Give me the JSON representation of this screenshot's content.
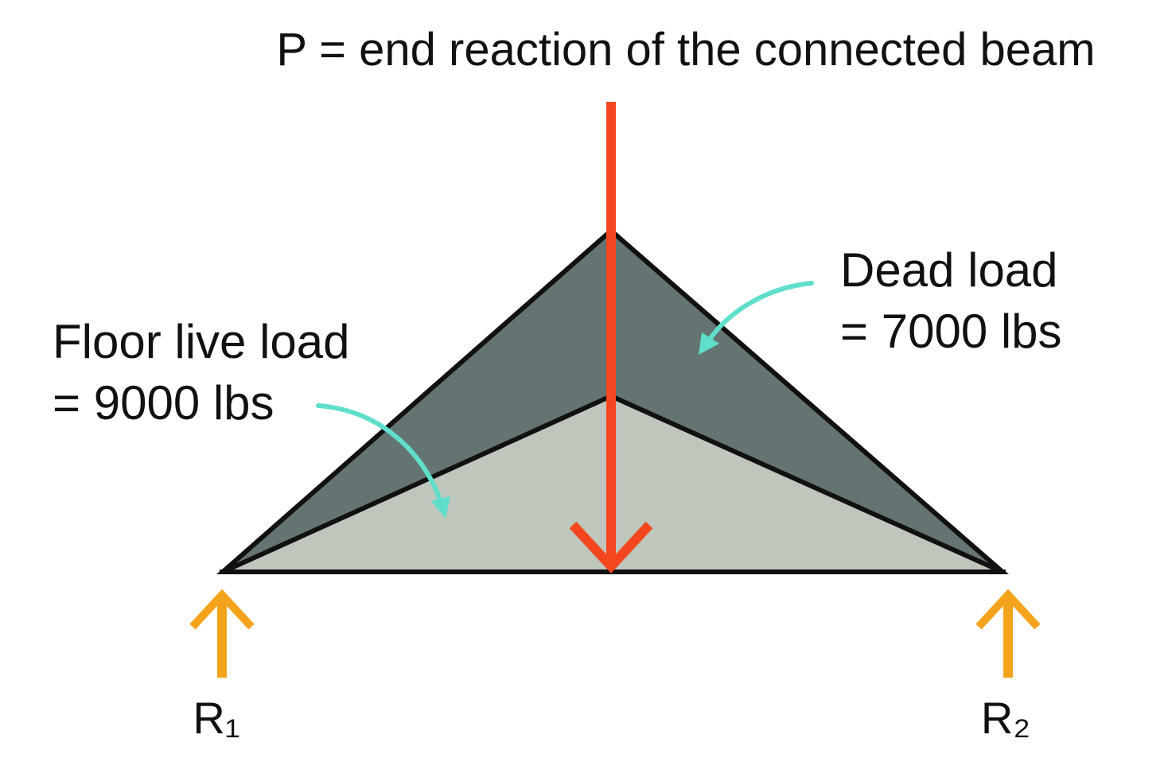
{
  "title": "P = end reaction of the connected beam",
  "dead_load": {
    "line1": "Dead load",
    "line2": "= 7000 lbs"
  },
  "live_load": {
    "line1": "Floor live load",
    "line2": "= 9000 lbs"
  },
  "reactions": {
    "left": "R₁",
    "right": "R₂"
  },
  "colors": {
    "dead_load_fill": "#647472",
    "live_load_fill": "#bfc6bc",
    "outline": "#111111",
    "point_load_arrow": "#f4471f",
    "reaction_arrow": "#f4a41c",
    "pointer_arrow": "#5fdfcb"
  },
  "icons": {
    "point_load": "down-arrow-icon",
    "reaction": "up-arrow-icon",
    "pointer": "curved-arrow-icon"
  }
}
